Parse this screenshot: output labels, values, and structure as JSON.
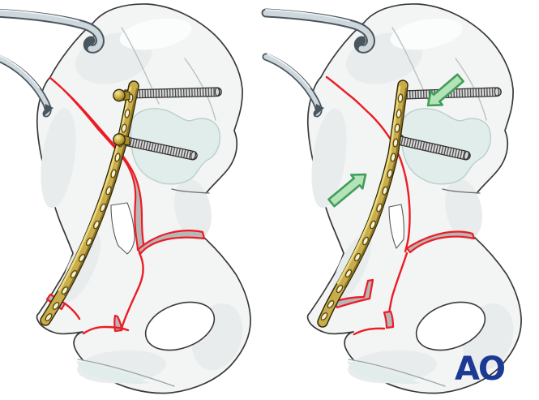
{
  "logo": {
    "text": "AO",
    "color": "#1c3a94"
  },
  "colors": {
    "background": "#ffffff",
    "bone_fill": "#f3f4f4",
    "bone_shade": "#e9ecec",
    "bone_outline": "#3a3a3a",
    "cartilage_blue": "#e0edeb",
    "fracture_red": "#ec1c24",
    "gap_gray": "#b7b7b7",
    "plate_gold": "#c9ad4a",
    "plate_gold_light": "#ecd97e",
    "plate_gold_dark": "#8a7226",
    "screw_steel": "#e0e0e0",
    "instrument_steel": "#cdd7dc",
    "instrument_dark": "#49565e",
    "arrow_green_fill": "#b5e3b9",
    "arrow_green_stroke": "#3f9e57",
    "logo_blue": "#1c3a94"
  },
  "panels": {
    "left": {
      "id": "panel-left-plate-fixation"
    },
    "right": {
      "id": "panel-right-compression"
    }
  }
}
